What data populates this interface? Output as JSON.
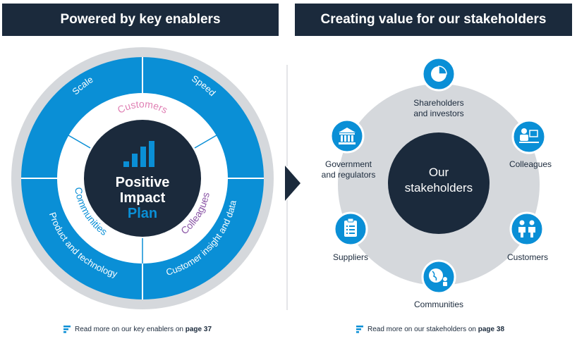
{
  "left_panel": {
    "title": "Powered by key enablers",
    "center": {
      "line1": "Positive",
      "line2": "Impact",
      "line3": "Plan"
    },
    "enablers": [
      "Scale",
      "Speed",
      "Customer insight and data",
      "Product and technology"
    ],
    "audiences": [
      "Customers",
      "Colleagues",
      "Communities"
    ],
    "footnote": {
      "text": "Read more on our key enablers on ",
      "page": "page 37"
    }
  },
  "right_panel": {
    "title": "Creating value for our stakeholders",
    "center": {
      "line1": "Our",
      "line2": "stakeholders"
    },
    "stakeholders": {
      "shareholders": {
        "line1": "Shareholders",
        "line2": "and investors",
        "icon": "pie-chart-icon"
      },
      "colleagues": {
        "line1": "Colleagues",
        "icon": "colleague-desk-icon"
      },
      "customers": {
        "line1": "Customers",
        "icon": "people-pair-icon"
      },
      "communities": {
        "line1": "Communities",
        "icon": "globe-people-icon"
      },
      "suppliers": {
        "line1": "Suppliers",
        "icon": "clipboard-icon"
      },
      "government": {
        "line1": "Government",
        "line2": "and regulators",
        "icon": "institution-icon"
      }
    },
    "footnote": {
      "text": "Read more on our stakeholders on ",
      "page": "page 38"
    }
  },
  "colors": {
    "navy": "#1b2a3c",
    "blue": "#0a8fd6",
    "grey": "#d5d8dc",
    "pink": "#e080b4",
    "purple": "#8a55a6"
  }
}
